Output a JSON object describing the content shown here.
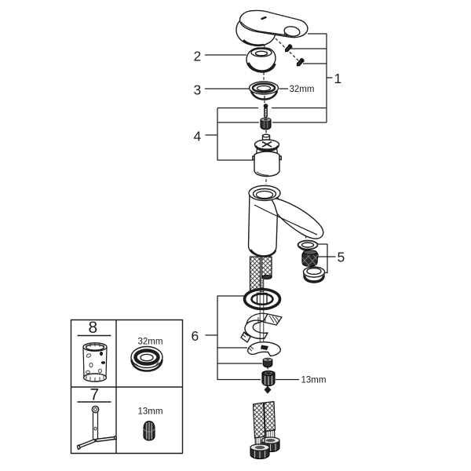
{
  "diagram": {
    "type": "exploded-parts-diagram",
    "subject": "single-lever-basin-mixer-faucet",
    "background_color": "#ffffff",
    "line_color": "#1d1d1b",
    "callouts": [
      {
        "label": "1",
        "part": "lever-handle-with-fixing-screws"
      },
      {
        "label": "2",
        "part": "dome-cap"
      },
      {
        "label": "3",
        "part": "cartridge-ring-nut",
        "size": "32mm"
      },
      {
        "label": "4",
        "part": "cartridge-with-screw-and-nut"
      },
      {
        "label": "5",
        "part": "aerator-set"
      },
      {
        "label": "6",
        "part": "fastening-set",
        "size": "13mm"
      }
    ],
    "size_labels": {
      "ring_nut": "32mm",
      "fastening_nut": "13mm"
    },
    "tool_table": {
      "rows": [
        {
          "item": "8",
          "tool": "cartridge-socket-tool",
          "size": "32mm"
        },
        {
          "item": "7",
          "tool": "t-socket-wrench",
          "size": "13mm"
        }
      ]
    }
  }
}
